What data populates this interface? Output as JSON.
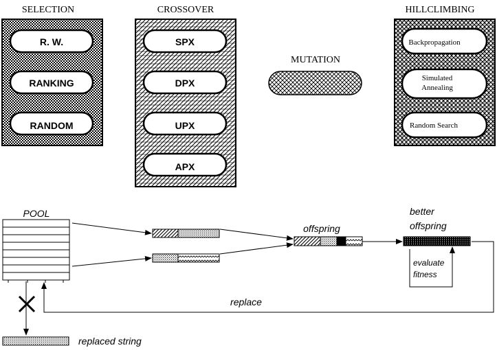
{
  "selection": {
    "title": "SELECTION",
    "items": [
      "R. W.",
      "RANKING",
      "RANDOM"
    ]
  },
  "crossover": {
    "title": "CROSSOVER",
    "items": [
      "SPX",
      "DPX",
      "UPX",
      "APX"
    ]
  },
  "mutation": {
    "title": "MUTATION"
  },
  "hillclimbing": {
    "title": "HILLCLIMBING",
    "items": [
      {
        "lines": [
          "Backpropagation"
        ]
      },
      {
        "lines": [
          "Simulated",
          "Annealing"
        ]
      },
      {
        "lines": [
          "Random Search"
        ]
      }
    ]
  },
  "flow": {
    "pool_label": "POOL",
    "offspring_label": "offspring",
    "better_offspring_line1": "better",
    "better_offspring_line2": "offspring",
    "evaluate_line1": "evaluate",
    "evaluate_line2": "fitness",
    "replace_label": "replace",
    "replaced_string_label": "replaced string"
  }
}
